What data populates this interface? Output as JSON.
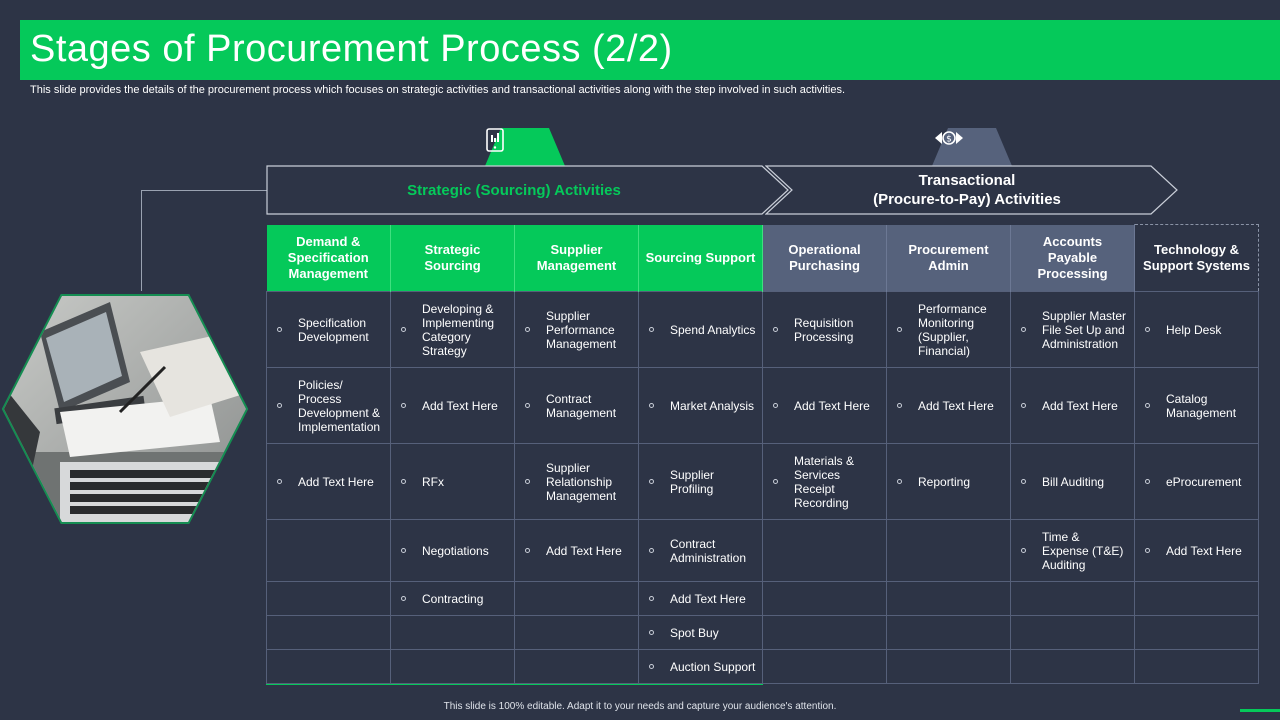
{
  "slide": {
    "title": "Stages of  Procurement Process (2/2)",
    "subtitle": "This slide provides the details of the procurement process which focuses on strategic activities and transactional activities along with the step involved in such activities.",
    "footer": "This slide is 100% editable.  Adapt it to your needs and capture your audience's attention."
  },
  "banners": {
    "strategic": "Strategic (Sourcing) Activities",
    "transactional_line1": "Transactional",
    "transactional_line2": "(Procure-to-Pay) Activities"
  },
  "colors": {
    "accent_green": "#05c95a",
    "slate": "#56627c",
    "background": "#2d3446"
  },
  "icons": {
    "strategic_tab": "mobile-chart-icon",
    "transactional_tab": "money-exchange-icon"
  },
  "table": {
    "headers": [
      "Demand & Specification Management",
      "Strategic Sourcing",
      "Supplier Management",
      "Sourcing Support",
      "Operational Purchasing",
      "Procurement Admin",
      "Accounts Payable Processing",
      "Technology & Support Systems"
    ],
    "rows": [
      [
        "Specification Development",
        "Developing & Implementing Category Strategy",
        "Supplier Performance Management",
        "Spend Analytics",
        "Requisition Processing",
        "Performance Monitoring (Supplier, Financial)",
        "Supplier Master File Set Up and Administration",
        "Help Desk"
      ],
      [
        "Policies/ Process Development & Implementation",
        "Add Text Here",
        "Contract Management",
        "Market Analysis",
        "Add Text Here",
        "Add Text Here",
        "Add Text Here",
        "Catalog Management"
      ],
      [
        "Add Text Here",
        "RFx",
        "Supplier Relationship Management",
        "Supplier Profiling",
        "Materials & Services Receipt Recording",
        "Reporting",
        "Bill Auditing",
        "eProcurement"
      ],
      [
        "",
        "Negotiations",
        "Add Text Here",
        "Contract Administration",
        "",
        "",
        "Time & Expense (T&E) Auditing",
        "Add Text Here"
      ],
      [
        "",
        "Contracting",
        "",
        "Add Text Here",
        "",
        "",
        "",
        ""
      ],
      [
        "",
        "",
        "",
        "Spot Buy",
        "",
        "",
        "",
        ""
      ],
      [
        "",
        "",
        "",
        "Auction Support",
        "",
        "",
        "",
        ""
      ]
    ]
  }
}
